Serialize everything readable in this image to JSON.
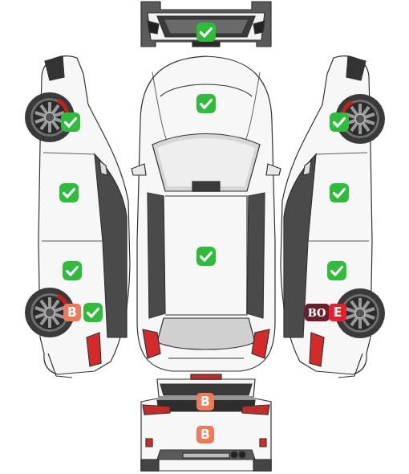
{
  "diagram": {
    "nodes": [
      {
        "text": [
          "B"
        ]
      },
      {
        "text": [
          "BO"
        ]
      },
      {
        "text": [
          "E"
        ]
      },
      {
        "text": [
          "B"
        ]
      },
      {
        "text": [
          "B"
        ]
      }
    ]
  }
}
